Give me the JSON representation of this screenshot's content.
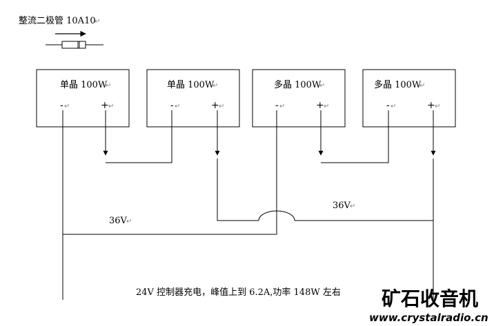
{
  "diode": {
    "label": "整流二极管 10A10",
    "mark": "↵"
  },
  "panels": [
    {
      "label": "单晶 100W",
      "minus": "-",
      "plus": "+"
    },
    {
      "label": "单晶 100W",
      "minus": "-",
      "plus": "+"
    },
    {
      "label": "多晶 100W",
      "minus": "-",
      "plus": "+"
    },
    {
      "label": "多晶 100W",
      "minus": "-",
      "plus": "+"
    }
  ],
  "mark": "↵",
  "voltage_left": "36V",
  "voltage_right": "36V",
  "note": "24V 控制器充电，峰值上到 6.2A,功率 148W 左右",
  "watermark": {
    "chinese": "矿石收音机",
    "url": "www.crystalradio.cn",
    "colors": {
      "chinese": "#1a63c8",
      "url": "#1b3f8f"
    }
  }
}
